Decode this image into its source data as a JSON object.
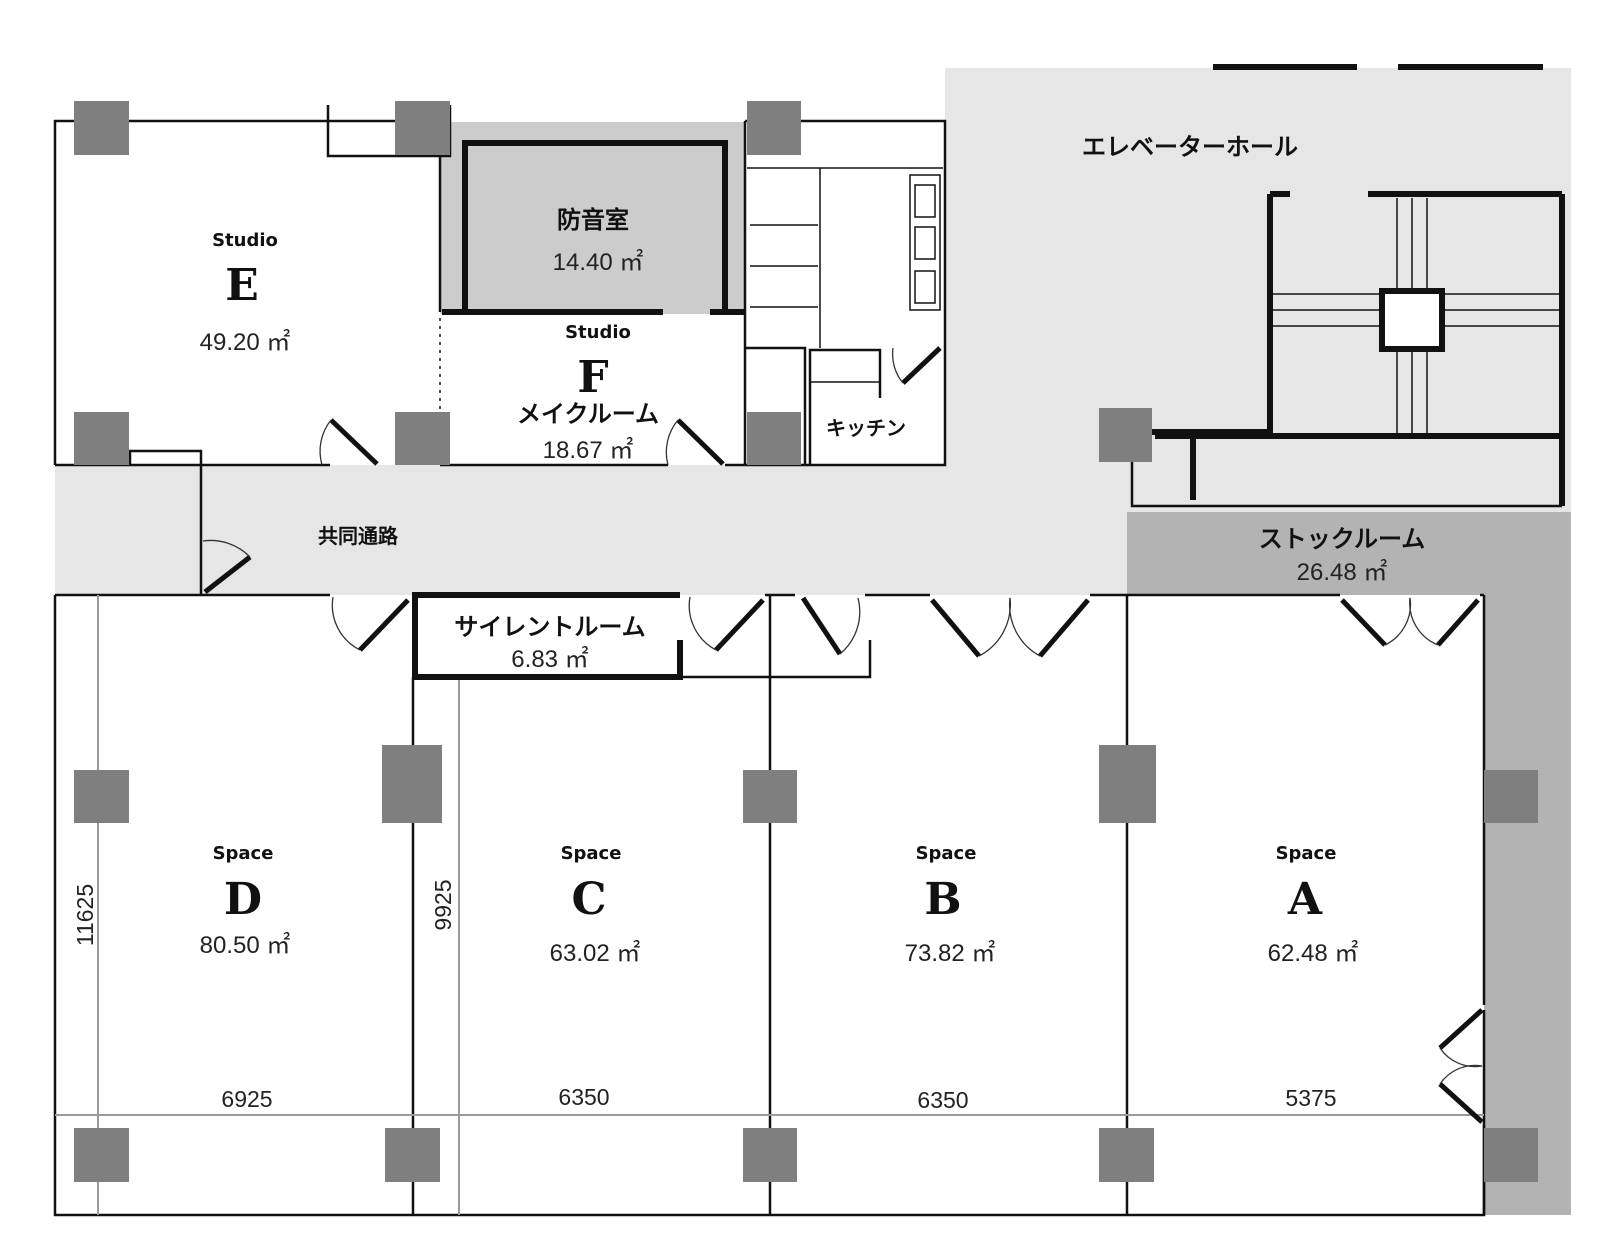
{
  "colors": {
    "hall": "#e6e6e6",
    "soundproof": "#cccccc",
    "stock": "#b3b3b3",
    "column": "#7f7f7f",
    "wall": "#111111"
  },
  "rooms": {
    "studio_e": {
      "kind": "Studio",
      "letter": "E",
      "area": "49.20 ㎡"
    },
    "soundproof": {
      "name": "防音室",
      "area": "14.40 ㎡"
    },
    "studio_f": {
      "kind": "Studio",
      "letter": "F",
      "name": "メイクルーム",
      "area": "18.67 ㎡"
    },
    "kitchen": {
      "name": "キッチン"
    },
    "elevator_hall": {
      "name": "エレベーターホール"
    },
    "corridor": {
      "name": "共同通路"
    },
    "stock": {
      "name": "ストックルーム",
      "area": "26.48 ㎡"
    },
    "silent": {
      "name": "サイレントルーム",
      "area": "6.83 ㎡"
    },
    "space_d": {
      "kind": "Space",
      "letter": "D",
      "area": "80.50 ㎡",
      "width": "6925"
    },
    "space_c": {
      "kind": "Space",
      "letter": "C",
      "area": "63.02 ㎡",
      "width": "6350"
    },
    "space_b": {
      "kind": "Space",
      "letter": "B",
      "area": "73.82 ㎡",
      "width": "6350"
    },
    "space_a": {
      "kind": "Space",
      "letter": "A",
      "area": "62.48 ㎡",
      "width": "5375"
    }
  },
  "dimensions": {
    "depth_d": "11625",
    "depth_c": "9925"
  }
}
